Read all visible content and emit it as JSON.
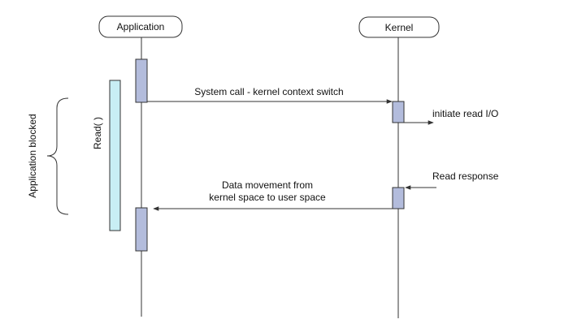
{
  "participants": {
    "application": "Application",
    "kernel": "Kernel"
  },
  "activation_labels": {
    "read": "Read( )"
  },
  "brace_label": "Application blocked",
  "messages": {
    "system_call": "System call - kernel context switch",
    "initiate_read": "initiate read I/O",
    "read_response": "Read response",
    "data_movement_line1": "Data movement from",
    "data_movement_line2": "kernel space to user space"
  },
  "colors": {
    "activation_fill": "#b3bcdc",
    "read_block_fill": "#c8eef4",
    "line": "#333333",
    "box_border": "#333333"
  }
}
